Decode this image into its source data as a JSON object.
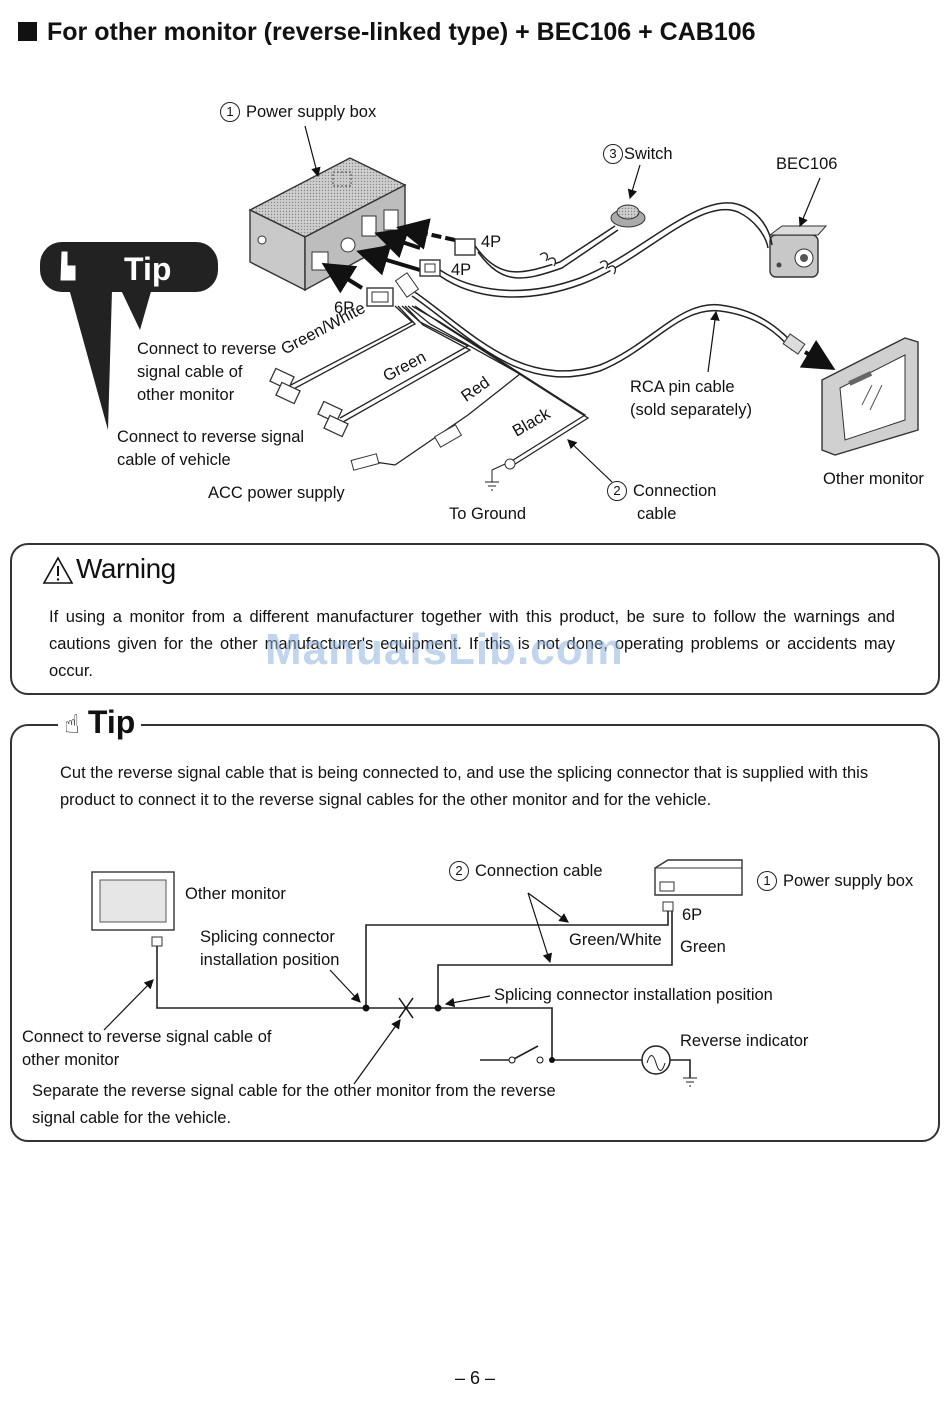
{
  "heading": "For other monitor (reverse-linked type) + BEC106 + CAB106",
  "diagram1": {
    "power_supply_box": "Power supply box",
    "power_supply_num": "1",
    "switch": "Switch",
    "switch_num": "3",
    "bec106": "BEC106",
    "tip_badge": "Tip",
    "connector_4p_a": "4P",
    "connector_4p_b": "4P",
    "connector_6p": "6P",
    "wire_green_white": "Green/White",
    "wire_green": "Green",
    "wire_red": "Red",
    "wire_black": "Black",
    "rca_cable_line1": "RCA pin cable",
    "rca_cable_line2": "(sold separately)",
    "other_monitor": "Other monitor",
    "connection_cable_num": "2",
    "connection_cable_line1": "Connection",
    "connection_cable_line2": "cable",
    "to_ground": "To Ground",
    "acc_power": "ACC power supply",
    "connect_monitor_line1": "Connect to reverse",
    "connect_monitor_line2": "signal cable of",
    "connect_monitor_line3": "other monitor",
    "connect_vehicle_line1": "Connect to reverse signal",
    "connect_vehicle_line2": "cable of vehicle"
  },
  "warning": {
    "title": "Warning",
    "text": "If using a monitor from a different manufacturer together with this product, be sure to follow the warnings and cautions given for the other manufacturer's equipment. If this is not done, operating problems or accidents may occur."
  },
  "watermark": "ManualsLib.com",
  "tip": {
    "title": "Tip",
    "text": "Cut the reverse signal cable that is being connected to, and use the splicing connector that is supplied with this product to connect it to the reverse signal cables for the other monitor and for the vehicle.",
    "diagram": {
      "other_monitor": "Other monitor",
      "connection_cable_num": "2",
      "connection_cable": "Connection cable",
      "power_supply_num": "1",
      "power_supply_box": "Power supply box",
      "connector_6p": "6P",
      "green_white": "Green/White",
      "green": "Green",
      "splice_line1": "Splicing connector",
      "splice_line2": "installation position",
      "splice_right": "Splicing connector installation position",
      "reverse_indicator": "Reverse indicator",
      "connect_line1": "Connect to reverse signal cable of",
      "connect_line2": "other monitor",
      "separate_line1": "Separate the reverse signal cable for the other monitor from the reverse",
      "separate_line2": "signal cable for the vehicle."
    }
  },
  "page_number": "– 6 –"
}
